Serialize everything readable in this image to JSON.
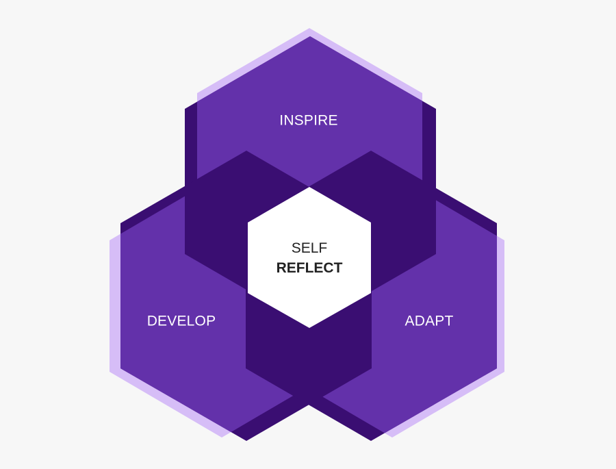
{
  "diagram": {
    "colors": {
      "background": "#F7F7F7",
      "dark_hex": "#3A0E72",
      "medium_hex": "#6331AA",
      "light_hex": "#D6BDF7",
      "center_hex": "#FFFFFF",
      "petal_text": "#FFFFFF",
      "center_text": "#222222"
    },
    "petals": [
      {
        "id": "top",
        "label": "INSPIRE"
      },
      {
        "id": "left",
        "label": "DEVELOP"
      },
      {
        "id": "right",
        "label": "ADAPT"
      }
    ],
    "center": {
      "line1": "SELF",
      "line2": "REFLECT"
    }
  }
}
